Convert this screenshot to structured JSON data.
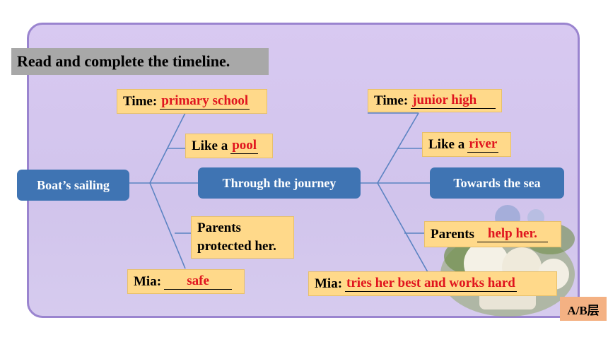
{
  "heading": "Read and complete the timeline.",
  "nodes": {
    "boat": "Boat’s sailing",
    "journey": "Through the journey",
    "sea": "Towards the sea"
  },
  "left": {
    "time_label": "Time:",
    "time_answer": "primary school",
    "like_label": "Like a",
    "like_answer": "pool",
    "parents_line1": "Parents",
    "parents_line2": "protected her.",
    "mia_label": "Mia:",
    "mia_answer": "safe"
  },
  "right": {
    "time_label": "Time:",
    "time_answer": "junior high",
    "like_label": "Like a",
    "like_answer": "river",
    "parents_label": "Parents",
    "parents_answer": "help her.",
    "mia_label": "Mia:",
    "mia_answer": "tries her best and works hard"
  },
  "level_tag": "A/B层",
  "colors": {
    "node": "#3f74b3",
    "box": "#ffd98a",
    "answer": "#e0141e",
    "panel_border": "#9a84cf"
  }
}
